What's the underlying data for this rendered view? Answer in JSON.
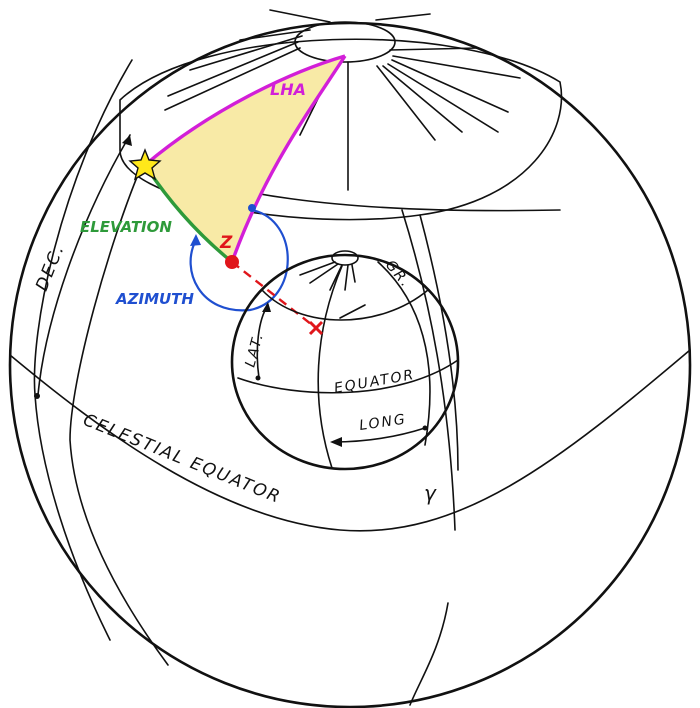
{
  "diagram": {
    "title": "Celestial sphere with inner Earth globe",
    "labels": {
      "lha": "LHA",
      "elevation": "ELEVATION",
      "azimuth": "AZIMUTH",
      "zenith": "Z",
      "declination": "DEC.",
      "celestial_equator": "CELESTIAL EQUATOR",
      "first_point_aries": "γ",
      "latitude": "LAT.",
      "greenwich": "GR.",
      "equator": "EQUATOR",
      "longitude": "LONG"
    },
    "colors": {
      "lha": "#d21fd8",
      "elevation": "#2e9a3a",
      "azimuth": "#1f4fd0",
      "zenith": "#e0161b",
      "triangle_fill": "#f8eaa6",
      "star": "#ffe81a",
      "ink": "#111111"
    },
    "markers": {
      "star": "star-marker",
      "zenith_point": "zenith-dot",
      "ground_point": "red-x-marker"
    }
  }
}
